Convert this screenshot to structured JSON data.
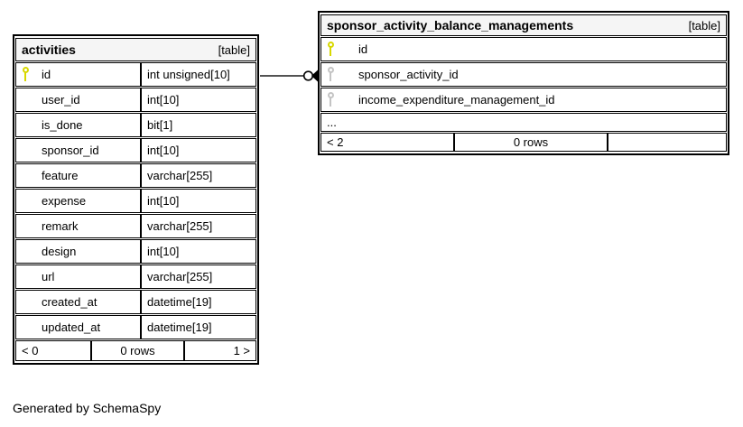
{
  "diagram": {
    "generated_by": "Generated by SchemaSpy"
  },
  "colors": {
    "primary_key": "#d8d800",
    "foreign_key": "#c4c4c4",
    "header_bg": "#f5f5f5",
    "border": "#000000"
  },
  "tables": [
    {
      "name": "activities",
      "tag": "[table]",
      "rows": [
        {
          "name": "id",
          "type": "int unsigned[10]",
          "key": "primary"
        },
        {
          "name": "user_id",
          "type": "int[10]",
          "key": null
        },
        {
          "name": "is_done",
          "type": "bit[1]",
          "key": null
        },
        {
          "name": "sponsor_id",
          "type": "int[10]",
          "key": null
        },
        {
          "name": "feature",
          "type": "varchar[255]",
          "key": null
        },
        {
          "name": "expense",
          "type": "int[10]",
          "key": null
        },
        {
          "name": "remark",
          "type": "varchar[255]",
          "key": null
        },
        {
          "name": "design",
          "type": "int[10]",
          "key": null
        },
        {
          "name": "url",
          "type": "varchar[255]",
          "key": null
        },
        {
          "name": "created_at",
          "type": "datetime[19]",
          "key": null
        },
        {
          "name": "updated_at",
          "type": "datetime[19]",
          "key": null
        }
      ],
      "footer": {
        "left": "< 0",
        "center": "0 rows",
        "right": "1 >"
      }
    },
    {
      "name": "sponsor_activity_balance_managements",
      "tag": "[table]",
      "rows": [
        {
          "name": "id",
          "key": "primary"
        },
        {
          "name": "sponsor_activity_id",
          "key": "foreign"
        },
        {
          "name": "income_expenditure_management_id",
          "key": "foreign"
        },
        {
          "name": "...",
          "key": null,
          "ellipsis": true
        }
      ],
      "footer": {
        "left": "< 2",
        "center": "0 rows",
        "right": ""
      }
    }
  ]
}
